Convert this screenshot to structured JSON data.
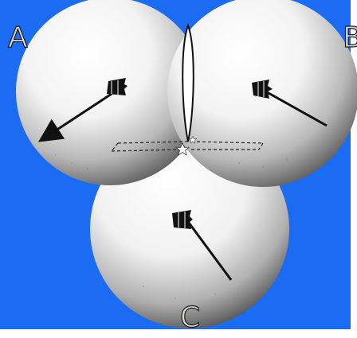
{
  "colors": {
    "background": "#1b6cf2",
    "sphere_light": "#ffffff",
    "sphere_shadow": "#5a5a5a",
    "ink": "#111111"
  },
  "labels": {
    "a": "A",
    "b": "B",
    "c": "C"
  },
  "icons": {
    "marker": "star-icon",
    "figure": "spool-figure-icon"
  }
}
